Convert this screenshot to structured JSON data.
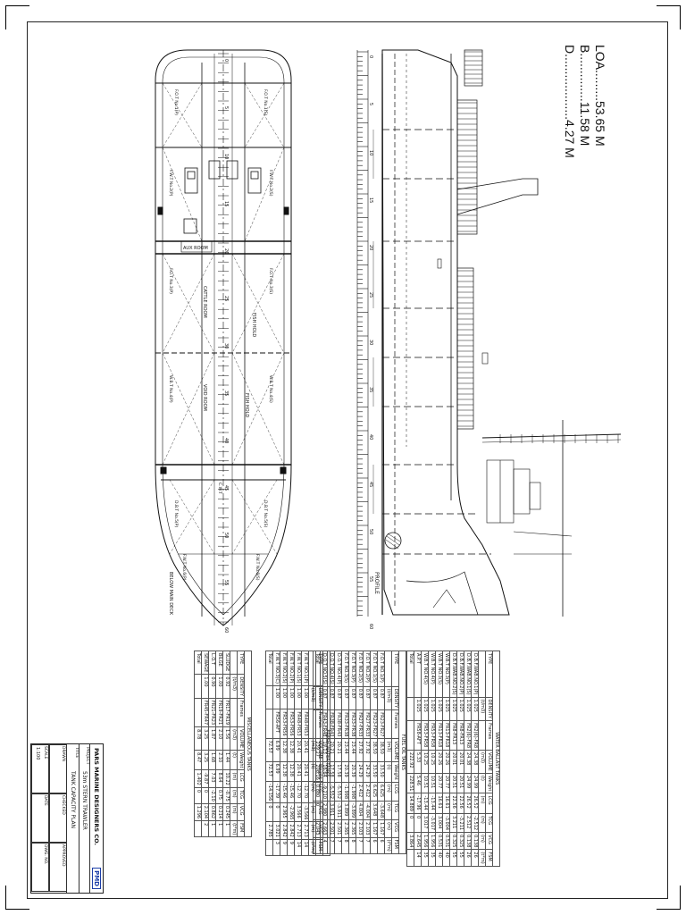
{
  "dimensions": {
    "loa": "LOA.........53.65 M",
    "b": "B..............11.58 M",
    "d": "D...................4.27 M"
  },
  "plan_labels": {
    "deck": "BELOW MAIN DECK",
    "aux_room": "AUX ROOM",
    "fish_hold_1": "FISH HOLD",
    "fish_hold_2": "FISH HOLD",
    "cattle_room": "CATTLE ROOM",
    "void_room": "VOID ROOM",
    "tank_labels": [
      "F.O.T No.1(P)",
      "F.O.T No.1(S)",
      "F.W.T No.2(P)",
      "F.W.T No.2(S)",
      "F.O.T No.3(P)",
      "F.O.T No.3(S)",
      "W.B.T No.4(P)",
      "W.B.T No.4(S)",
      "D.B.T No.5(P)",
      "D.B.T No.5(S)",
      "F.W.T No.6(P)",
      "F.W.T No.6(S)",
      "C.W.T"
    ]
  },
  "frame_numbers": [
    "0",
    "5",
    "10",
    "15",
    "20",
    "25",
    "30",
    "35",
    "40",
    "45",
    "50",
    "55",
    "60"
  ],
  "profile_label": "PROFILE",
  "tables": [
    {
      "title": "WATER BALLAST TANKS",
      "headers": [
        "TYPE",
        "DENSITY",
        "Frames",
        "VOLUME",
        "Weight",
        "LCG",
        "TCG",
        "VCG",
        "FSM"
      ],
      "units": [
        "",
        "(t/m3)",
        "",
        "(m3)",
        "(t)",
        "(m)",
        "(m)",
        "(m)",
        "(t*m)"
      ],
      "rows": [
        [
          "D.B.F.WAB.NO.1(P)",
          "1.025",
          "FR2(6)-FR8",
          "24.38",
          "24.99",
          "26.52",
          "-2.512",
          "0.138",
          "26"
        ],
        [
          "D.B.F.WAB.NO.1(S)",
          "1.025",
          "FR2(6)-FR8",
          "24.38",
          "24.99",
          "26.52",
          "2.512",
          "0.138",
          "26"
        ],
        [
          "D.B.F.WAB.NO.2(P)",
          "1.025",
          "FR8-FR13",
          "20.01",
          "20.51",
          "22.56",
          "-3.211",
          "0.325",
          "55"
        ],
        [
          "D.B.F.WAB.NO.2(S)",
          "1.025",
          "FR8-FR13",
          "20.01",
          "20.51",
          "22.56",
          "3.211",
          "0.325",
          "55"
        ],
        [
          "W.B.T NO.3(P)",
          "1.025",
          "FR13-FR18",
          "20.26",
          "20.77",
          "16.61",
          "-3.004",
          "0.531",
          "40"
        ],
        [
          "W.B.T NO.3(S)",
          "1.025",
          "FR13-FR18",
          "20.26",
          "20.77",
          "16.61",
          "3.004",
          "0.531",
          "40"
        ],
        [
          "W.B.T NO.4(P)",
          "1.025",
          "FR53-FR58",
          "10.25",
          "10.51",
          "-13.44",
          "-3.017",
          "1.956",
          "35"
        ],
        [
          "W.B.T NO.4(S)",
          "1.025",
          "FR53-FR58",
          "10.25",
          "10.51",
          "-13.44",
          "3.017",
          "1.956",
          "35"
        ],
        [
          "A.P.T",
          "1.025",
          "FR58-AFT",
          "5.33",
          "5.46",
          "-17.96",
          "0",
          "2.645",
          "14"
        ]
      ],
      "total": [
        "Total",
        "",
        "",
        "222.92",
        "228.51",
        "14.889",
        "0",
        "3.864",
        ""
      ]
    },
    {
      "title": "FUEL OIL TANKS",
      "headers": [
        "TYPE",
        "DENSITY",
        "Frames",
        "VOLUME",
        "Weight",
        "LCG",
        "TCG",
        "VCG",
        "FSM"
      ],
      "units": [
        "",
        "(t/m3)",
        "",
        "(m3)",
        "(t)",
        "(m)",
        "(m)",
        "(m)",
        "(t*m)"
      ],
      "rows": [
        [
          "F.O.T NO.1(P)",
          "0.87",
          "FR23-FR27",
          "38.50",
          "33.50",
          "6.625",
          "-3.648",
          "1.167",
          "6"
        ],
        [
          "F.O.T NO.1(S)",
          "0.87",
          "FR23-FR27",
          "38.50",
          "33.50",
          "6.625",
          "3.648",
          "1.167",
          "6"
        ],
        [
          "F.O.T NO.2(P)",
          "0.87",
          "FR27-FR33",
          "27.92",
          "24.29",
          "2.412",
          "-4.004",
          "2.103",
          "7"
        ],
        [
          "F.O.T NO.2(S)",
          "0.87",
          "FR27-FR33",
          "27.92",
          "24.29",
          "2.412",
          "4.004",
          "2.103",
          "7"
        ],
        [
          "F.O.T NO.3(P)",
          "0.87",
          "FR33-FR38",
          "23.44",
          "20.39",
          "-1.998",
          "-3.899",
          "2.365",
          "8"
        ],
        [
          "F.O.T NO.3(S)",
          "0.87",
          "FR33-FR38",
          "23.44",
          "20.39",
          "-1.998",
          "3.899",
          "2.365",
          "8"
        ],
        [
          "D.O.T NO.4(P)",
          "0.87",
          "FR38-FR43",
          "20.21",
          "17.58",
          "-5.552",
          "-3.911",
          "2.501",
          "7"
        ],
        [
          "D.O.T NO.4(S)",
          "0.87",
          "FR38-FR43",
          "20.21",
          "17.58",
          "-5.552",
          "3.911",
          "2.501",
          "7"
        ],
        [
          "D.O.T NO.5(S)",
          "0.87",
          "FR43-FR48",
          "19.13",
          "16.64",
          "-9.210",
          "2.980",
          "2.663",
          "4"
        ]
      ],
      "total": [
        "Total",
        "",
        "",
        "239.27",
        "208.16",
        "0.880",
        "0",
        "2.043",
        ""
      ]
    },
    {
      "title": "FRESH WATER TANKS",
      "headers": [
        "TYPE",
        "DENSITY",
        "Frames",
        "VOLUME",
        "Weight",
        "LCG",
        "TCG",
        "VCG",
        "FSM"
      ],
      "units": [
        "",
        "(t/m3)",
        "",
        "(m3)",
        "(t)",
        "(m)",
        "(m)",
        "(m)",
        "(t*m)"
      ],
      "rows": [
        [
          "F.W.T NO.1(P)",
          "1.00",
          "FR48-FR53",
          "20.41",
          "20.41",
          "-12.70",
          "-3.566",
          "2.713",
          "14"
        ],
        [
          "F.W.T NO.1(S)",
          "1.00",
          "FR48-FR53",
          "20.41",
          "20.41",
          "-12.70",
          "3.566",
          "2.713",
          "14"
        ],
        [
          "F.W.T NO.2(P)",
          "1.00",
          "FR53-FR56",
          "12.38",
          "12.38",
          "-15.46",
          "-2.965",
          "2.842",
          "9"
        ],
        [
          "F.W.T NO.2(S)",
          "1.00",
          "FR53-FR56",
          "12.38",
          "12.38",
          "-15.46",
          "2.965",
          "2.842",
          "9"
        ],
        [
          "F.W.T NO.3(C)",
          "1.00",
          "FR56-AFT",
          "6.99",
          "6.99",
          "-17.39",
          "0",
          "3.021",
          "3"
        ]
      ],
      "total": [
        "Total",
        "",
        "",
        "72.57",
        "72.57",
        "-14.156",
        "0",
        "2.785",
        ""
      ]
    },
    {
      "title": "MISCELLANEOUS TANKS",
      "headers": [
        "TYPE",
        "DENSITY",
        "Frames",
        "VOLUME",
        "Weight",
        "LCG",
        "TCG",
        "VCG",
        "FSM"
      ],
      "units": [
        "",
        "(t/m3)",
        "",
        "(m3)",
        "(t)",
        "(m)",
        "(m)",
        "(m)",
        "(t*m)"
      ],
      "rows": [
        [
          "SLUDGE",
          "0.92",
          "FR17-FR19",
          "1.56",
          "1.44",
          "10.22",
          "-0.75",
          "0.245",
          "1"
        ],
        [
          "BILGE",
          "1.00",
          "FR19-FR21",
          "2.10",
          "2.10",
          "8.64",
          "0.75",
          "0.214",
          "1"
        ],
        [
          "L.O.T",
          "0.90",
          "FR21-FR23",
          "1.87",
          "1.68",
          "7.03",
          "-2.10",
          "0.862",
          "1"
        ],
        [
          "SEWAGE",
          "1.00",
          "FR45-FR47",
          "3.25",
          "3.25",
          "-9.87",
          "0",
          "2.104",
          "2"
        ]
      ],
      "total": [
        "Total",
        "",
        "",
        "8.78",
        "8.47",
        "1.402",
        "0",
        "1.296",
        ""
      ]
    }
  ],
  "title_block": {
    "company": "PARS MARINE DESIGNERS CO.",
    "logo_text": "PMD",
    "project_label": "PROJECT",
    "project": "53m STERN TRAWLER",
    "drawing_label": "TITLE",
    "drawing": "TANK CAPACITY PLAN",
    "rows": [
      "DRAWN",
      "CHECKED",
      "APPROVED",
      "SCALE",
      "DATE",
      "DWG. NO."
    ],
    "scale": "1:100"
  }
}
